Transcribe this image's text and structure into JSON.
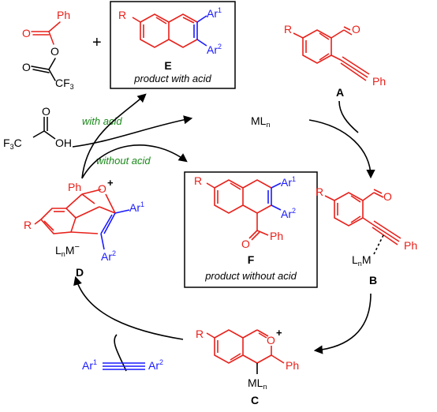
{
  "colors": {
    "substrate_red": "#e8201a",
    "alkyne_blue": "#1a1aff",
    "arrow_black": "#000000",
    "condition_green": "#1a8a1a",
    "box_border": "#000000"
  },
  "reagents": {
    "anhydride_ph": "Ph",
    "anhydride_cf3": "CF",
    "anhydride_cf3_sub": "3",
    "plus": "+",
    "tfa_f3c": "F",
    "tfa_f3c_sub": "3",
    "tfa_c": "C",
    "tfa_oh": "OH",
    "alkyne_ar1": "Ar",
    "alkyne_ar1_sup": "1",
    "alkyne_ar2": "Ar",
    "alkyne_ar2_sup": "2"
  },
  "conditions": {
    "with_acid": "with acid",
    "without_acid": "without acid"
  },
  "catalyst": {
    "ml": "ML",
    "ml_sub": "n"
  },
  "compounds": {
    "A": {
      "label": "A",
      "R": "R",
      "ph": "Ph"
    },
    "B": {
      "label": "B",
      "R": "R",
      "ph": "Ph",
      "lnm": "L",
      "lnm_sub": "n",
      "lnm_m": "M"
    },
    "C": {
      "label": "C",
      "R": "R",
      "ph": "Ph",
      "o_plus": "+",
      "ml": "ML",
      "ml_sub": "n"
    },
    "D": {
      "label": "D",
      "R": "R",
      "ph": "Ph",
      "o": "O",
      "o_plus": "+",
      "lnm": "L",
      "lnm_sub": "n",
      "lnm_m": "M",
      "minus": "−",
      "ar1": "Ar",
      "ar1_sup": "1",
      "ar2": "Ar",
      "ar2_sup": "2"
    },
    "E": {
      "label": "E",
      "R": "R",
      "ar1": "Ar",
      "ar1_sup": "1",
      "ar2": "Ar",
      "ar2_sup": "2",
      "caption": "product with acid"
    },
    "F": {
      "label": "F",
      "R": "R",
      "ar1": "Ar",
      "ar1_sup": "1",
      "ar2": "Ar",
      "ar2_sup": "2",
      "ph": "Ph",
      "caption": "product without acid"
    }
  },
  "atoms": {
    "O": "O"
  }
}
